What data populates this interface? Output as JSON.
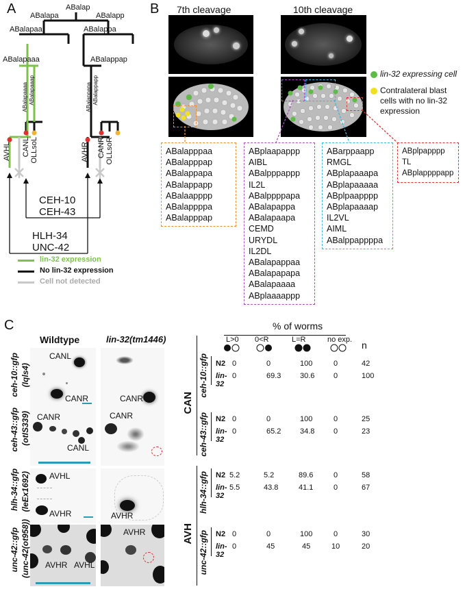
{
  "panelA": {
    "letter": "A",
    "nodes": {
      "root": "ABalap",
      "l": "ABalapa",
      "r": "ABalapp",
      "ll": "ABalapaa",
      "rl": "ABalappa",
      "lll": "ABalapaaa",
      "rll": "ABalappap",
      "lvert": "ABalapaaaa",
      "lvert2": "ABalapaaap",
      "rvert": "ABalappapa",
      "rvert2": "ABalappapp",
      "avhl": "AVHL",
      "canl": "CANL",
      "ollsol": "OLLsoL",
      "avhr": "AVHR",
      "canr": "CANR",
      "ollsor": "OLLsoR"
    },
    "regulators": [
      "CEH-10",
      "CEH-43",
      "HLH-34",
      "UNC-42"
    ],
    "legend": [
      {
        "label": "lin-32 expression",
        "color": "#7cc24a"
      },
      {
        "label": "No lin-32 expression",
        "color": "#111111"
      },
      {
        "label": "Cell not detected",
        "color": "#c8c8c8"
      }
    ]
  },
  "panelB": {
    "letter": "B",
    "title7": "7th cleavage",
    "title10": "10th cleavage",
    "legend": [
      {
        "label": "lin-32 expressing cell",
        "color": "#5dbb46"
      },
      {
        "label": "Contralateral blast cells with no lin-32 expression",
        "color": "#f0e020"
      }
    ],
    "orange": [
      "ABalapppaa",
      "ABalapppap",
      "ABalappapa",
      "ABalappapp",
      "ABalaapppp",
      "ABalappppa",
      "ABalapppap"
    ],
    "purple": [
      "ABplaapappp",
      "AIBL",
      "ABalpppappp",
      "IL2L",
      "ABalppppapa",
      "ABalapappa",
      "ABalapaapa",
      "CEMD",
      "URYDL",
      "IL2DL",
      "ABalapappaa",
      "ABalapapapa",
      "ABalapaaaa",
      "ABplaaaappp"
    ],
    "cyan": [
      "ABarppaapp",
      "RMGL",
      "ABplapaaapa",
      "ABplapaaaaa",
      "ABplpaapppp",
      "ABplapaaaap",
      "IL2VL",
      "AIML",
      "ABalppappppa"
    ],
    "red": [
      "ABplpapppp",
      "TL",
      "ABplappppapp"
    ]
  },
  "panelC": {
    "letter": "C",
    "col_wt": "Wildtype",
    "col_mut": "lin-32(tm1446)",
    "rows": [
      {
        "label": "ceh-10::gfp",
        "allele": "(Iqls4)"
      },
      {
        "label": "ceh-43::gfp",
        "allele": "(otIS339)"
      },
      {
        "label": "hlh-34::gfp",
        "allele": "(leEx1692)"
      },
      {
        "label": "unc-42::gfp",
        "allele": "(unc-42(ot958))"
      }
    ],
    "cells": {
      "r1wt": [
        "CANL",
        "CANR"
      ],
      "r1mut": [
        "CANR"
      ],
      "r2wt": [
        "CANR",
        "CANL"
      ],
      "r2mut": [
        "CANR"
      ],
      "r3wt": [
        "AVHL",
        "AVHR"
      ],
      "r3mut": [
        "AVHR"
      ],
      "r4wt": [
        "AVHR",
        "AVHL"
      ],
      "r4mut": [
        "AVHR"
      ]
    },
    "table": {
      "header": "% of worms",
      "cols": [
        "L>0",
        "0<R",
        "L=R",
        "no exp.",
        "n"
      ],
      "groups": [
        {
          "cell": "CAN",
          "reporters": [
            {
              "name": "ceh-10::gfp",
              "rows": [
                {
                  "strain": "N2",
                  "v": [
                    "0",
                    "0",
                    "100",
                    "0",
                    "42"
                  ]
                },
                {
                  "strain": "lin-32",
                  "v": [
                    "0",
                    "69.3",
                    "30.6",
                    "0",
                    "100"
                  ]
                }
              ]
            },
            {
              "name": "ceh-43::gfp",
              "rows": [
                {
                  "strain": "N2",
                  "v": [
                    "0",
                    "0",
                    "100",
                    "0",
                    "25"
                  ]
                },
                {
                  "strain": "lin-32",
                  "v": [
                    "0",
                    "65.2",
                    "34.8",
                    "0",
                    "23"
                  ]
                }
              ]
            }
          ]
        },
        {
          "cell": "AVH",
          "reporters": [
            {
              "name": "hlh-34::gfp",
              "rows": [
                {
                  "strain": "N2",
                  "v": [
                    "5.2",
                    "5.2",
                    "89.6",
                    "0",
                    "58"
                  ]
                },
                {
                  "strain": "lin-32",
                  "v": [
                    "5.5",
                    "43.8",
                    "41.1",
                    "0",
                    "67"
                  ]
                }
              ]
            },
            {
              "name": "unc-42::gfp",
              "rows": [
                {
                  "strain": "N2",
                  "v": [
                    "0",
                    "0",
                    "100",
                    "0",
                    "30"
                  ]
                },
                {
                  "strain": "lin-32",
                  "v": [
                    "0",
                    "45",
                    "45",
                    "10",
                    "20"
                  ]
                }
              ]
            }
          ]
        }
      ]
    }
  }
}
